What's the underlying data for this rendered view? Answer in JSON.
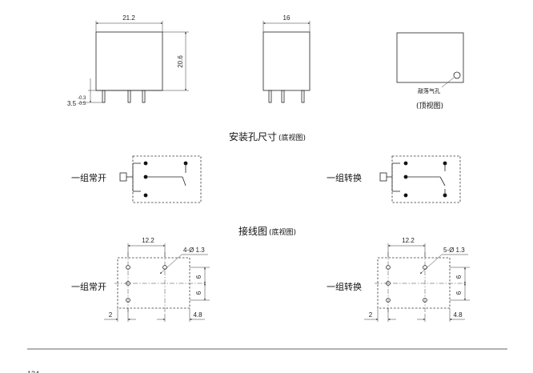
{
  "views": {
    "front": {
      "width": "21.2",
      "height": "20.6",
      "pin_small_a": "-0.3",
      "pin_small_b": "-0.5",
      "pin_length": "3.5"
    },
    "side": {
      "width": "16"
    },
    "top": {
      "vent_label": "敲落气孔",
      "caption": "(顶视图)"
    }
  },
  "sections": {
    "mounting": {
      "title": "安装孔尺寸",
      "note": "(底视图)"
    },
    "wiring": {
      "title": "接线图",
      "note": "(底视图)"
    }
  },
  "mounting": {
    "left_label": "一组常开",
    "right_label": "一组转换"
  },
  "wiring": {
    "left": {
      "label": "一组常开",
      "pitch": "12.2",
      "holes": "4-Ø 1.3",
      "row1": "6",
      "row2": "6",
      "edge": "2",
      "offset": "4.8"
    },
    "right": {
      "label": "一组转换",
      "pitch": "12.2",
      "holes": "5-Ø 1.3",
      "row1": "6",
      "row2": "6",
      "edge": "2",
      "offset": "4.8"
    }
  },
  "footer": {
    "page": "124"
  }
}
